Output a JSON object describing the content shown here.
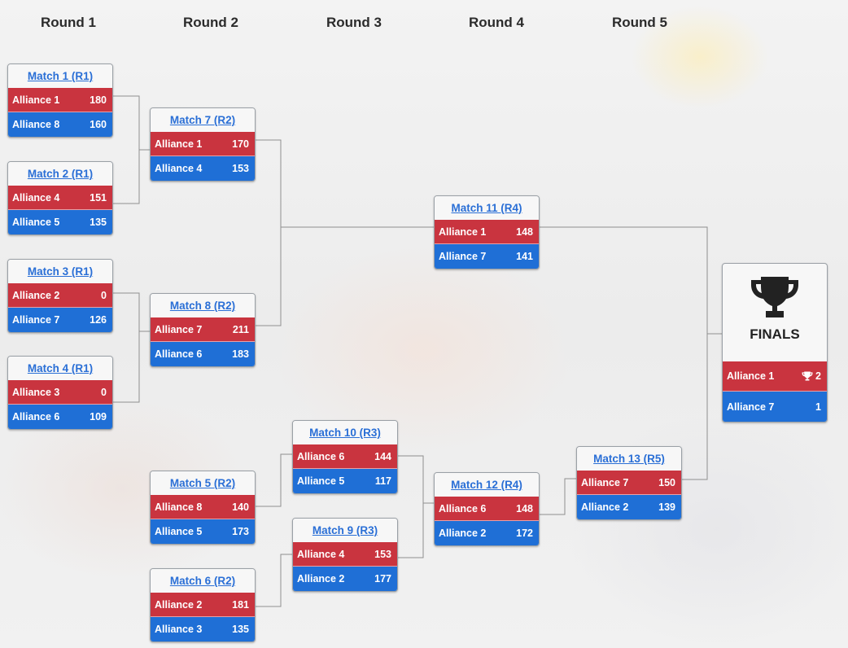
{
  "rounds": [
    "Round 1",
    "Round 2",
    "Round 3",
    "Round 4",
    "Round 5"
  ],
  "colors": {
    "red": "#c9343f",
    "blue": "#1f6fd6",
    "link": "#2a6fd6"
  },
  "matches": {
    "m1": {
      "title": "Match 1 (R1)",
      "red": {
        "name": "Alliance 1",
        "score": "180"
      },
      "blue": {
        "name": "Alliance 8",
        "score": "160"
      }
    },
    "m2": {
      "title": "Match 2 (R1)",
      "red": {
        "name": "Alliance 4",
        "score": "151"
      },
      "blue": {
        "name": "Alliance 5",
        "score": "135"
      }
    },
    "m3": {
      "title": "Match 3 (R1)",
      "red": {
        "name": "Alliance 2",
        "score": "0"
      },
      "blue": {
        "name": "Alliance 7",
        "score": "126"
      }
    },
    "m4": {
      "title": "Match 4 (R1)",
      "red": {
        "name": "Alliance 3",
        "score": "0"
      },
      "blue": {
        "name": "Alliance 6",
        "score": "109"
      }
    },
    "m7": {
      "title": "Match 7 (R2)",
      "red": {
        "name": "Alliance 1",
        "score": "170"
      },
      "blue": {
        "name": "Alliance 4",
        "score": "153"
      }
    },
    "m8": {
      "title": "Match 8 (R2)",
      "red": {
        "name": "Alliance 7",
        "score": "211"
      },
      "blue": {
        "name": "Alliance 6",
        "score": "183"
      }
    },
    "m5": {
      "title": "Match 5 (R2)",
      "red": {
        "name": "Alliance 8",
        "score": "140"
      },
      "blue": {
        "name": "Alliance 5",
        "score": "173"
      }
    },
    "m6": {
      "title": "Match 6 (R2)",
      "red": {
        "name": "Alliance 2",
        "score": "181"
      },
      "blue": {
        "name": "Alliance 3",
        "score": "135"
      }
    },
    "m10": {
      "title": "Match 10 (R3)",
      "red": {
        "name": "Alliance 6",
        "score": "144"
      },
      "blue": {
        "name": "Alliance 5",
        "score": "117"
      }
    },
    "m9": {
      "title": "Match 9 (R3)",
      "red": {
        "name": "Alliance 4",
        "score": "153"
      },
      "blue": {
        "name": "Alliance 2",
        "score": "177"
      }
    },
    "m11": {
      "title": "Match 11 (R4)",
      "red": {
        "name": "Alliance 1",
        "score": "148"
      },
      "blue": {
        "name": "Alliance 7",
        "score": "141"
      }
    },
    "m12": {
      "title": "Match 12 (R4)",
      "red": {
        "name": "Alliance 6",
        "score": "148"
      },
      "blue": {
        "name": "Alliance 2",
        "score": "172"
      }
    },
    "m13": {
      "title": "Match 13 (R5)",
      "red": {
        "name": "Alliance 7",
        "score": "150"
      },
      "blue": {
        "name": "Alliance 2",
        "score": "139"
      }
    }
  },
  "finals": {
    "label": "FINALS",
    "icon": "trophy-icon",
    "red": {
      "name": "Alliance 1",
      "score": "2",
      "icon": "small-trophy-icon"
    },
    "blue": {
      "name": "Alliance 7",
      "score": "1"
    }
  }
}
